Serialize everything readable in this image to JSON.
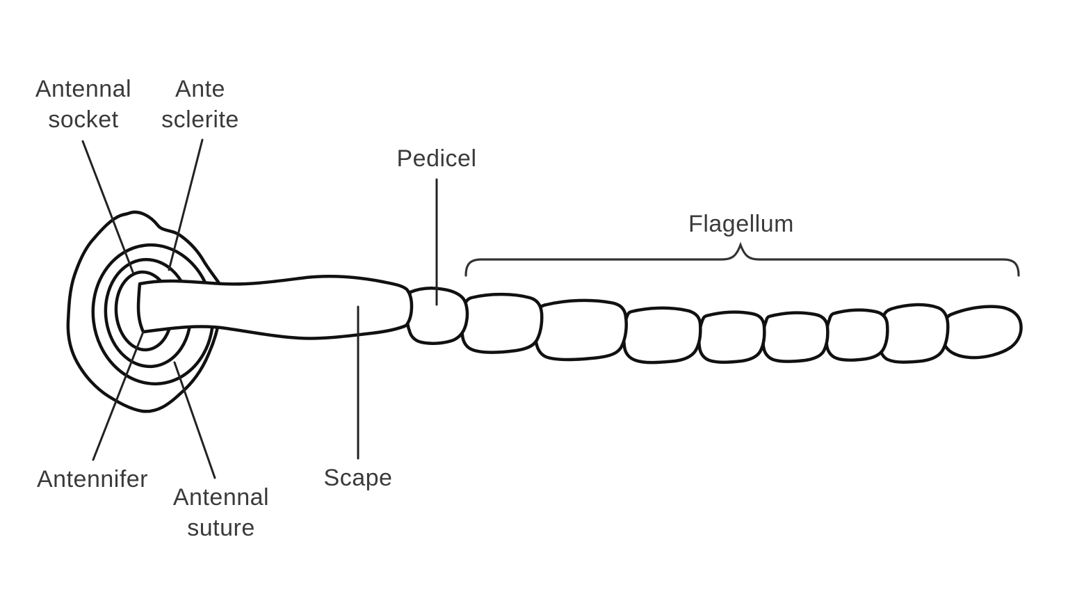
{
  "diagram": {
    "kind": "labeled-line-diagram",
    "labels": {
      "antennal_socket": "Antennal\nsocket",
      "antennal_sclerite": "Ante\nsclerite",
      "pedicel": "Pedicel",
      "flagellum": "Flagellum",
      "antennifer": "Antennifer",
      "scape": "Scape",
      "antennal_suture": "Antennal\nsuture"
    },
    "flagellum_segment_count": 8,
    "colors": {
      "background": "#ffffff",
      "outline": "#111111",
      "leader_line": "#222222",
      "text": "#3a3a3a"
    }
  }
}
